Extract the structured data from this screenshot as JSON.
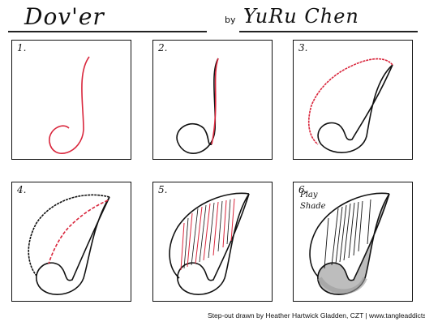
{
  "header": {
    "title": "Dov'er",
    "by_label": "by",
    "author": "YuRu Chen"
  },
  "steps": [
    {
      "number": "1."
    },
    {
      "number": "2."
    },
    {
      "number": "3."
    },
    {
      "number": "4."
    },
    {
      "number": "5."
    },
    {
      "number": "6.",
      "notes": [
        "Play",
        "Shade"
      ]
    }
  ],
  "footer": {
    "credit": "Step-out drawn by Heather Hartwick Gladden, CZT | www.tangleaddicts.com"
  },
  "colors": {
    "ink": "#111111",
    "red_guide": "#d9263c",
    "shade": "#9a9a9a"
  }
}
